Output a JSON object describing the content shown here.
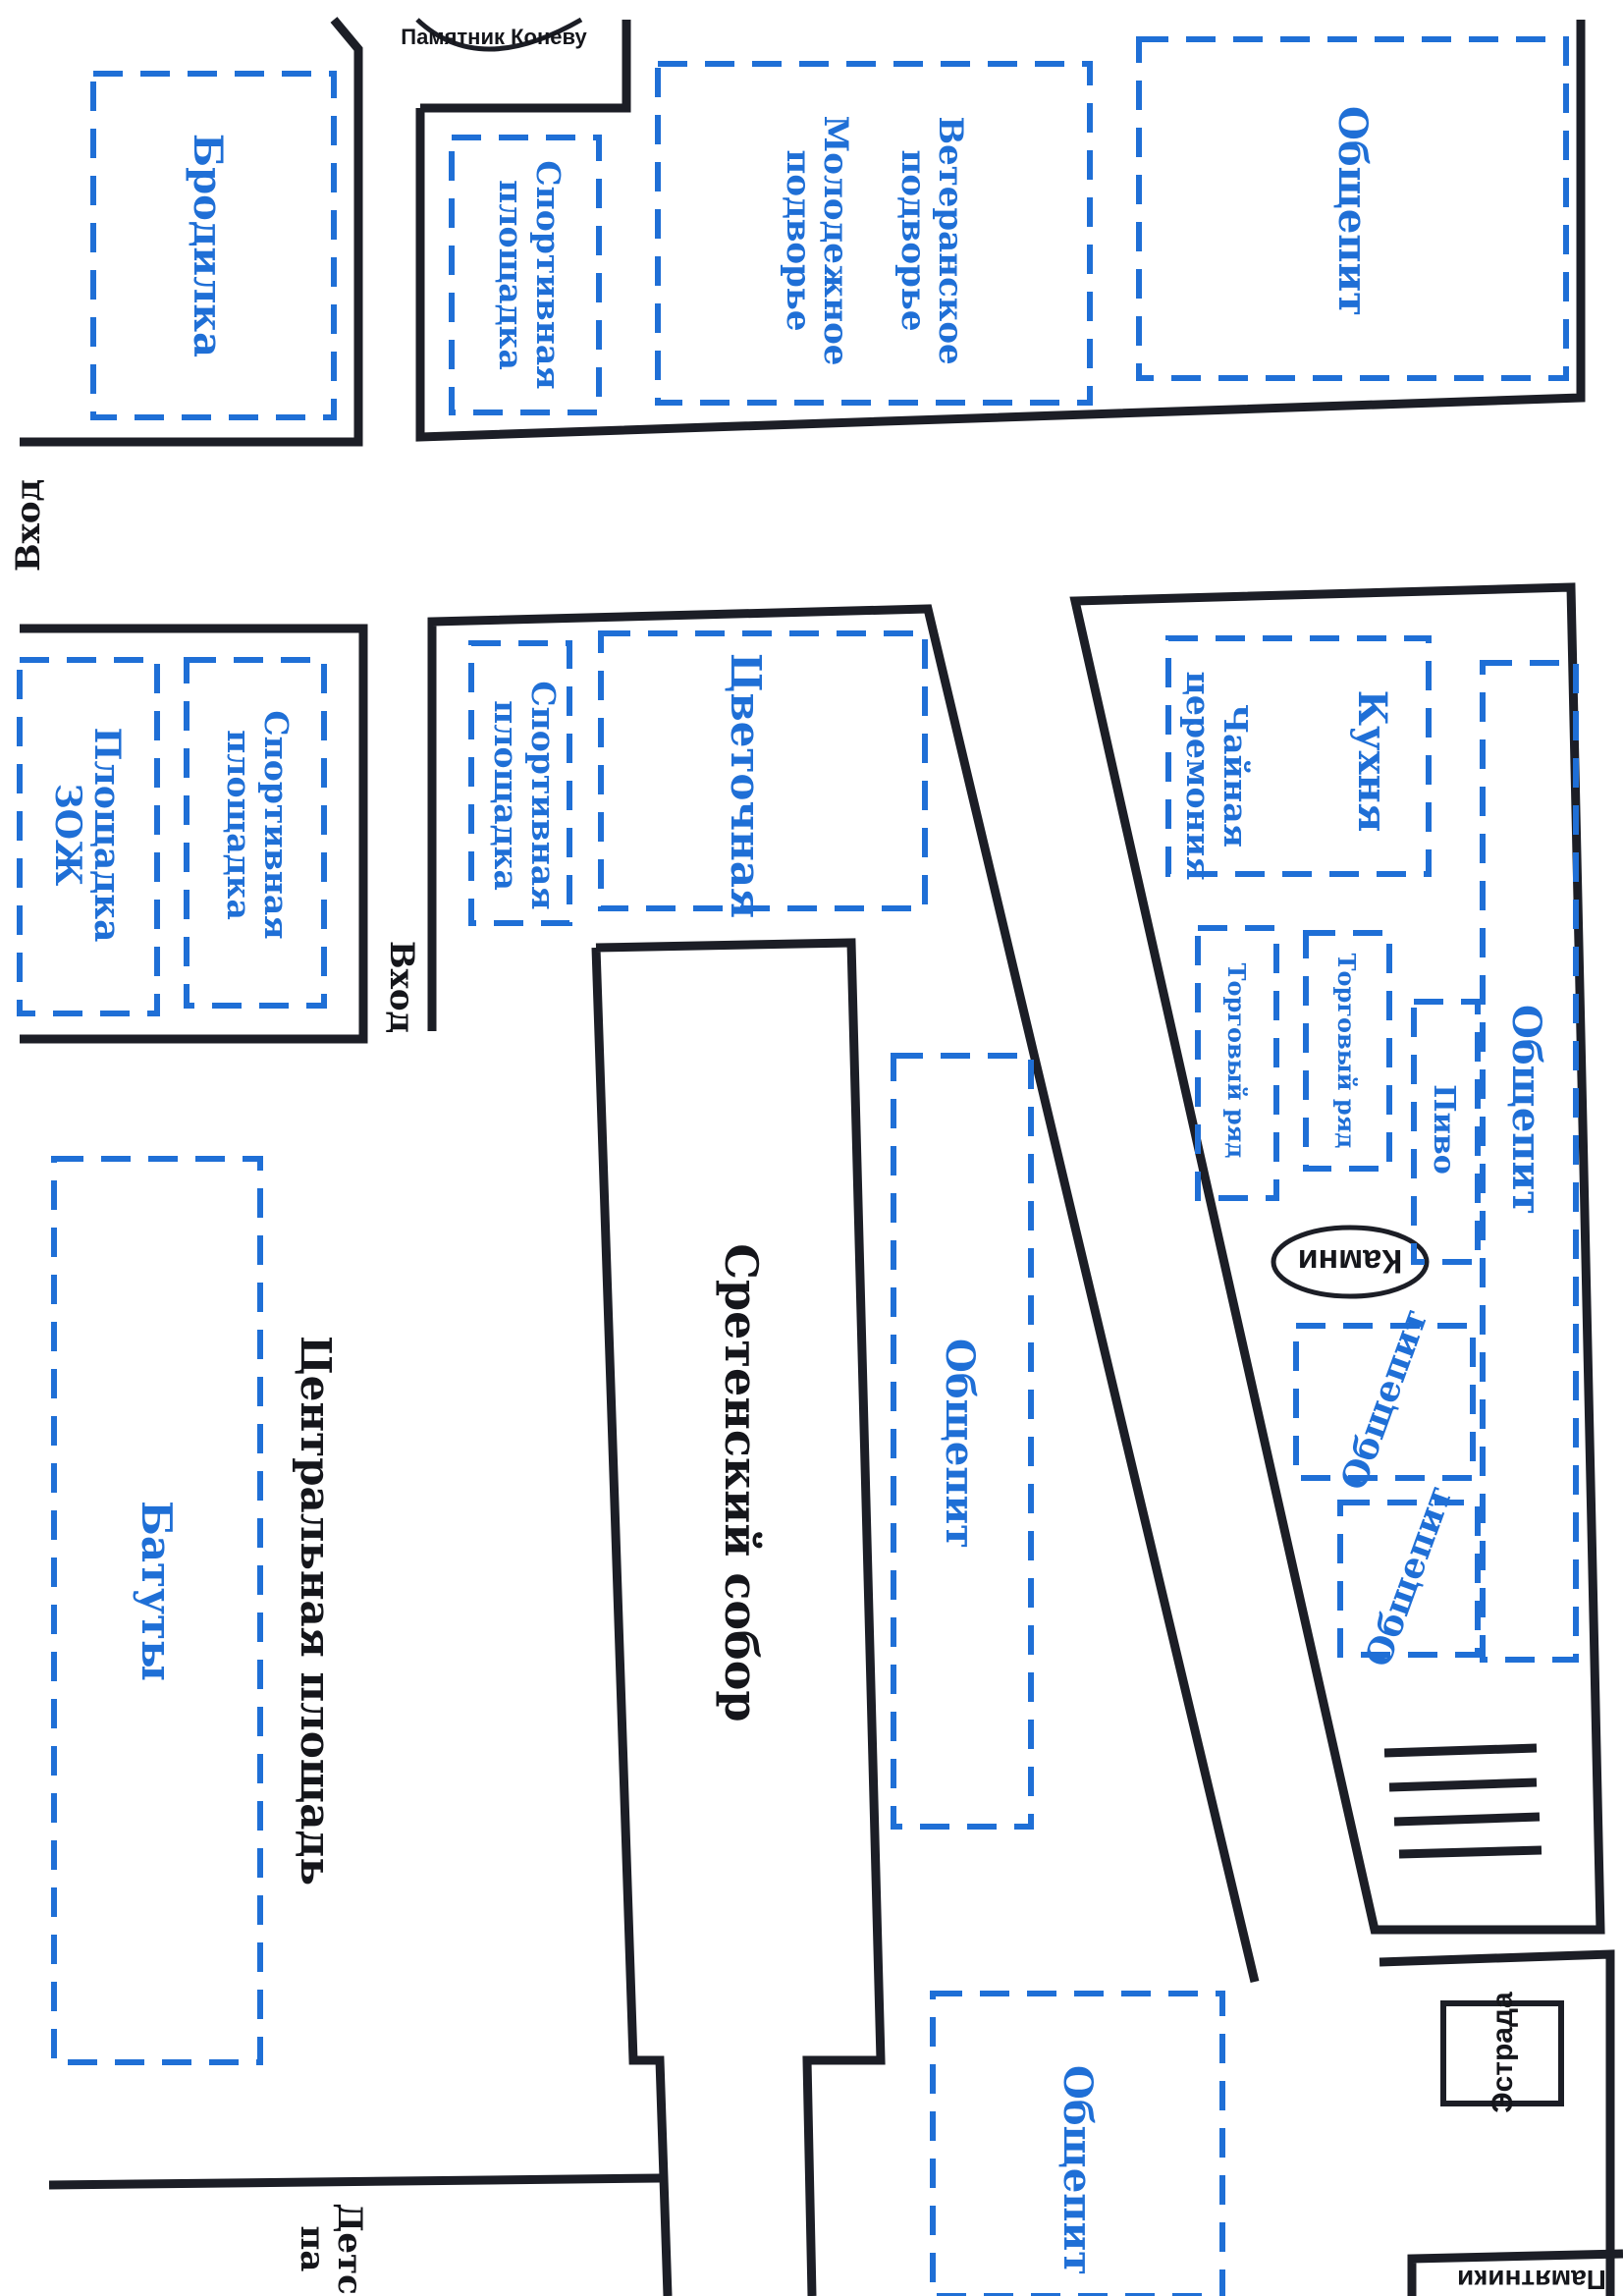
{
  "map": {
    "monument_konev": "Памятник Коневу",
    "monuments_partial": "Памятники",
    "entrance_top": "Вход",
    "entrance_middle": "Вход",
    "childrens_park_line1": "Детс",
    "childrens_park_line2": "па",
    "zones": {
      "brodilka": "Бродилка",
      "sport_area_top": [
        "Спортивная",
        "площадка"
      ],
      "veteran_yard": [
        "Ветеранское",
        "подворье"
      ],
      "youth_yard": [
        "Молодежное",
        "подворье"
      ],
      "catering_top": "Общепит",
      "healthy_lifestyle": [
        "Площадка",
        "ЗОЖ"
      ],
      "sport_area_left": [
        "Спортивная",
        "площадка"
      ],
      "sport_area_mid": [
        "Спортивная",
        "площадка"
      ],
      "flower_zone": "Цветочная",
      "kitchen": "Кухня",
      "tea_ceremony": [
        "Чайная",
        "церемония"
      ],
      "catering_right_long": "Общепит",
      "trade_row_1": "Торговый ряд",
      "trade_row_2": "Торговый ряд",
      "beer": "Пиво",
      "stones": "Камни",
      "catering_right_small_1": "Общепит",
      "catering_right_small_2": "Общепит",
      "trampolines": "Батуты",
      "central_square": "Центральная площадь",
      "cathedral": "Сретенский собор",
      "catering_center": "Общепит",
      "catering_bottom": "Общепит",
      "stage": "Эстрада"
    }
  },
  "colors": {
    "zone_stroke": "#1f6fd6",
    "wall_stroke": "#1c1e26",
    "background": "#ffffff"
  }
}
